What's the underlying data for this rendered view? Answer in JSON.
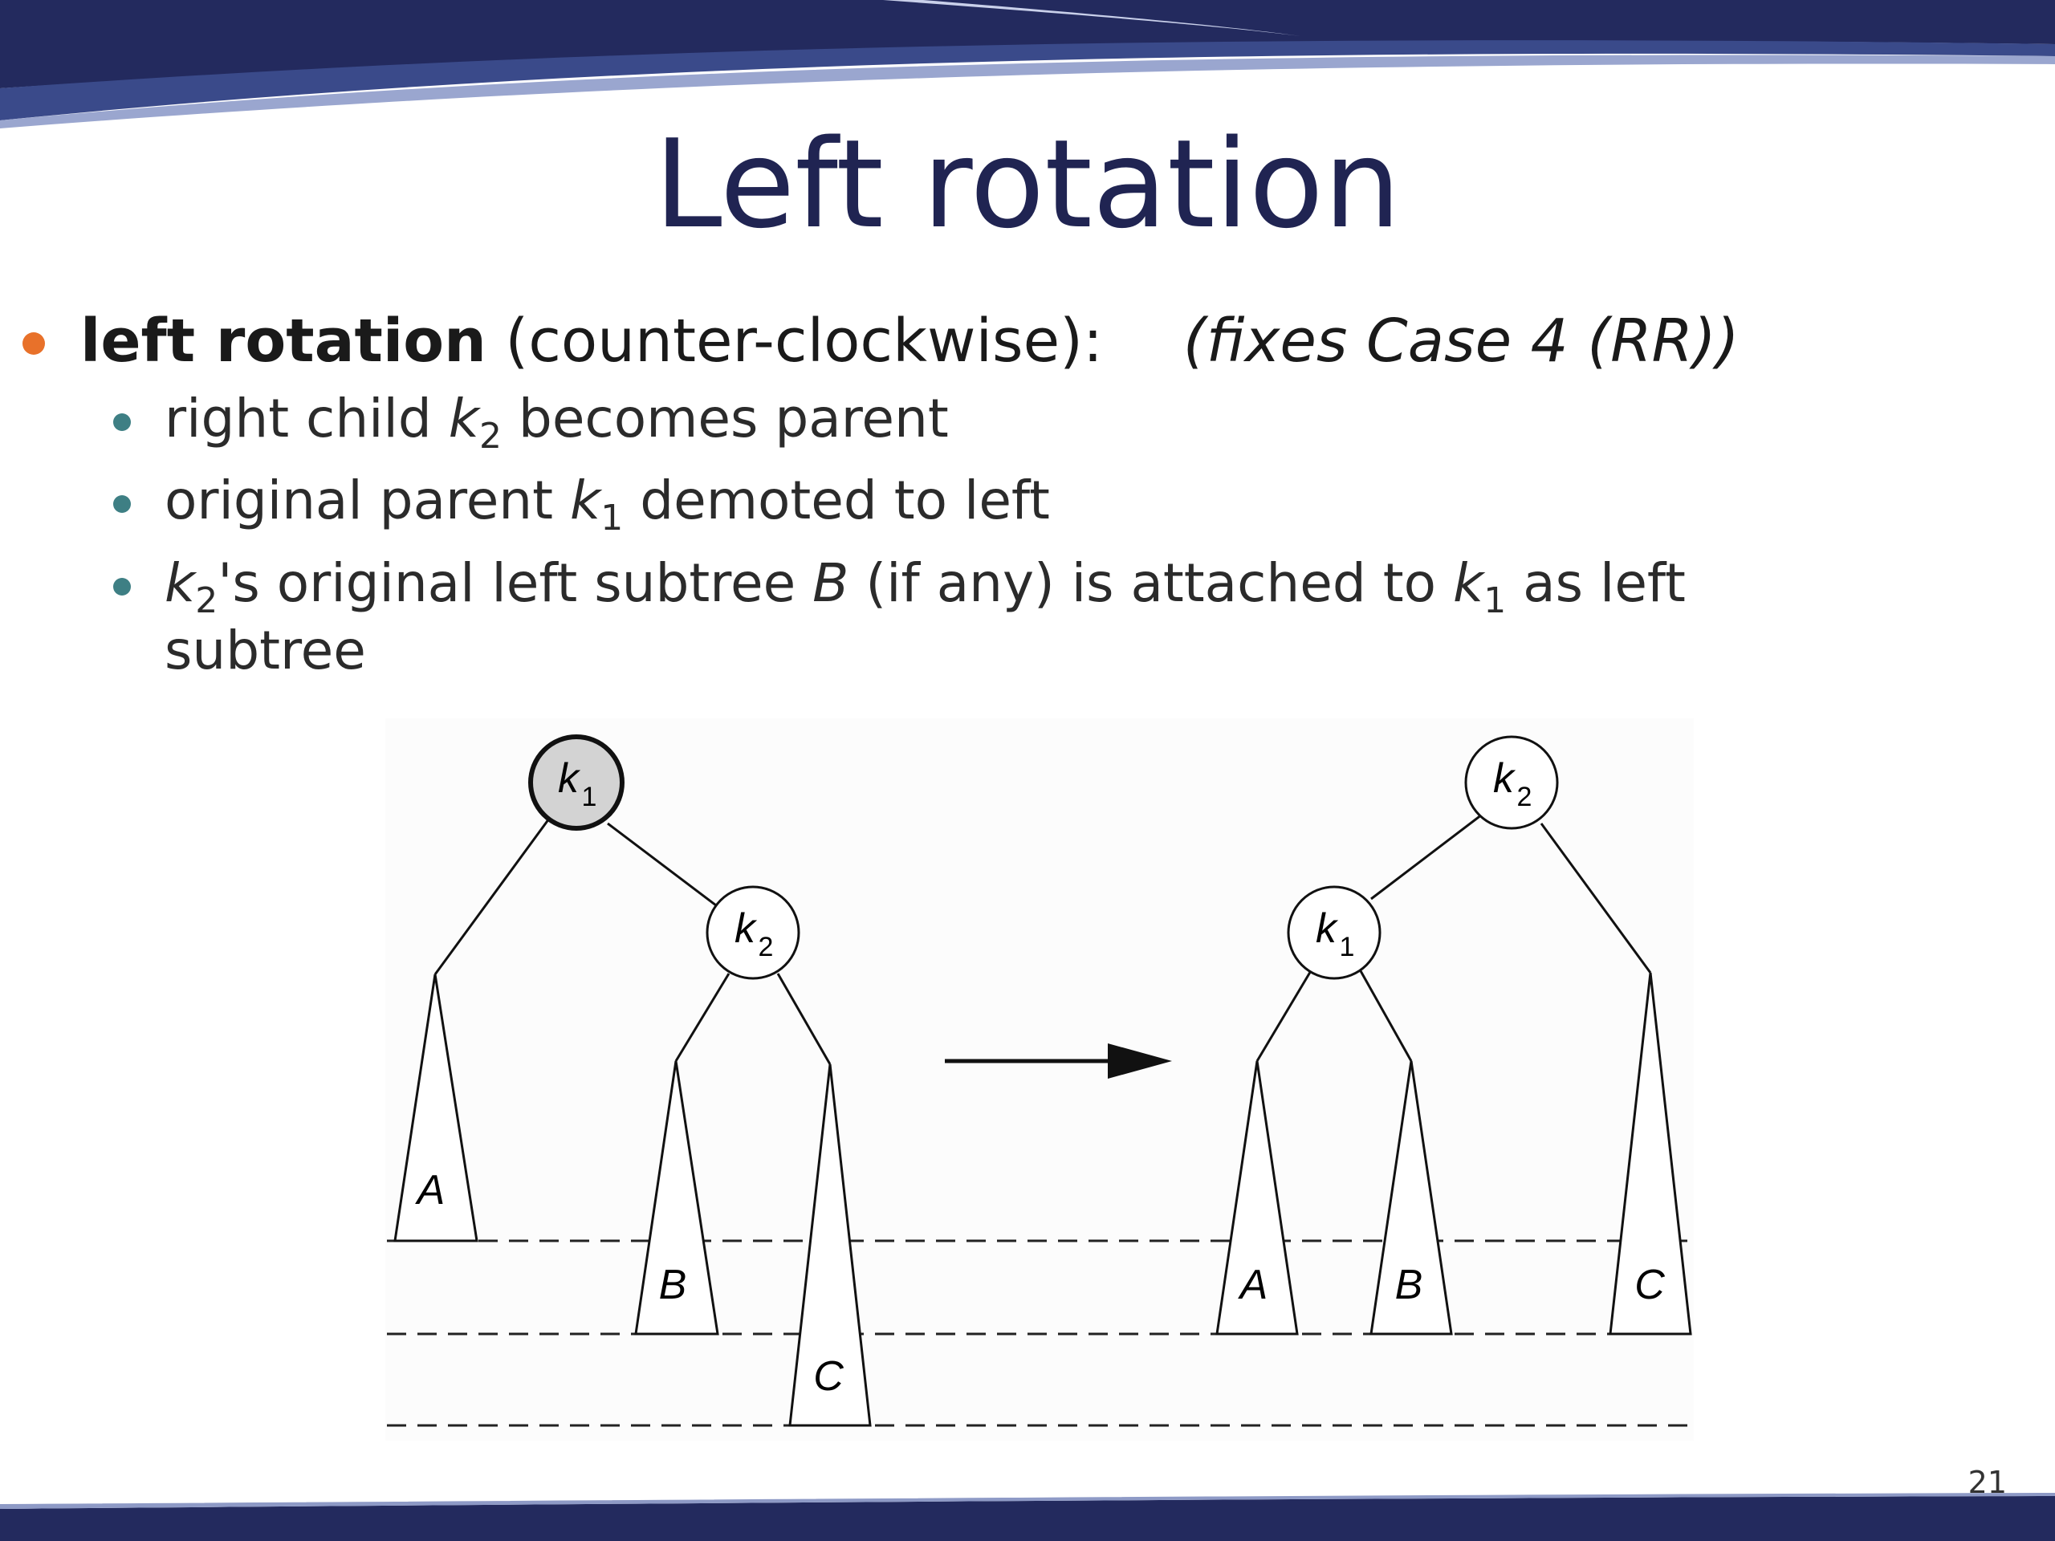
{
  "slide": {
    "title": "Left rotation",
    "page_number": "21",
    "bullet_main": {
      "bold": "left rotation",
      "rest": " (counter-clockwise):",
      "italic": "(fixes Case 4  (RR))"
    },
    "sub_bullets": [
      {
        "a": "right child ",
        "var": "k",
        "sub": "2",
        "b": " becomes parent"
      },
      {
        "a": "original parent ",
        "var": "k",
        "sub": "1",
        "b": " demoted to left"
      },
      {
        "var1": "k",
        "sub1": "2",
        "a": "'s original left subtree ",
        "var2": "B",
        "b": " (if any) is attached to ",
        "var3": "k",
        "sub3": "1",
        "c": " as left",
        "line2": "subtree"
      }
    ]
  },
  "diagram": {
    "before": {
      "root": {
        "var": "k",
        "sub": "1",
        "highlighted": true
      },
      "child": {
        "var": "k",
        "sub": "2"
      },
      "subtrees": [
        "A",
        "B",
        "C"
      ]
    },
    "after": {
      "root": {
        "var": "k",
        "sub": "2"
      },
      "child": {
        "var": "k",
        "sub": "1"
      },
      "subtrees": [
        "A",
        "B",
        "C"
      ]
    },
    "colors": {
      "highlight_fill": "#d3d3d3",
      "banner": "#202452"
    }
  }
}
